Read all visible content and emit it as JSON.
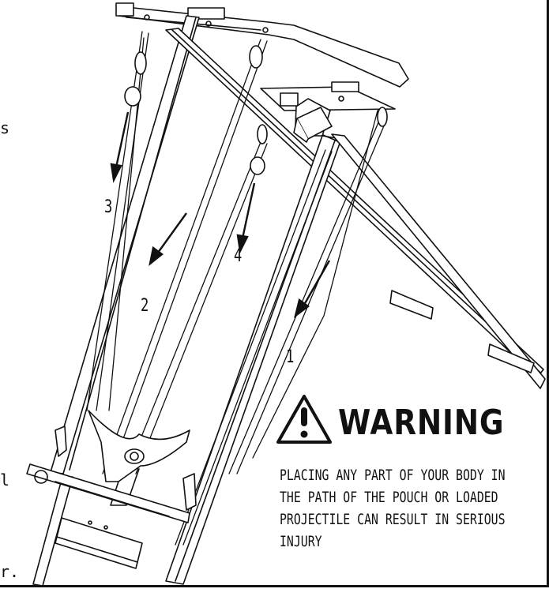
{
  "steps": [
    {
      "label": "1"
    },
    {
      "label": "2"
    },
    {
      "label": "3"
    },
    {
      "label": "4"
    }
  ],
  "warning": {
    "heading": "WARNING",
    "body_lines": [
      "PLACING ANY PART OF YOUR BODY IN",
      "THE PATH OF THE POUCH OR LOADED",
      "PROJECTILE CAN RESULT IN SERIOUS",
      "INJURY"
    ]
  },
  "edge_glyphs": {
    "top": "s",
    "middle": "l",
    "bottom": "r."
  }
}
